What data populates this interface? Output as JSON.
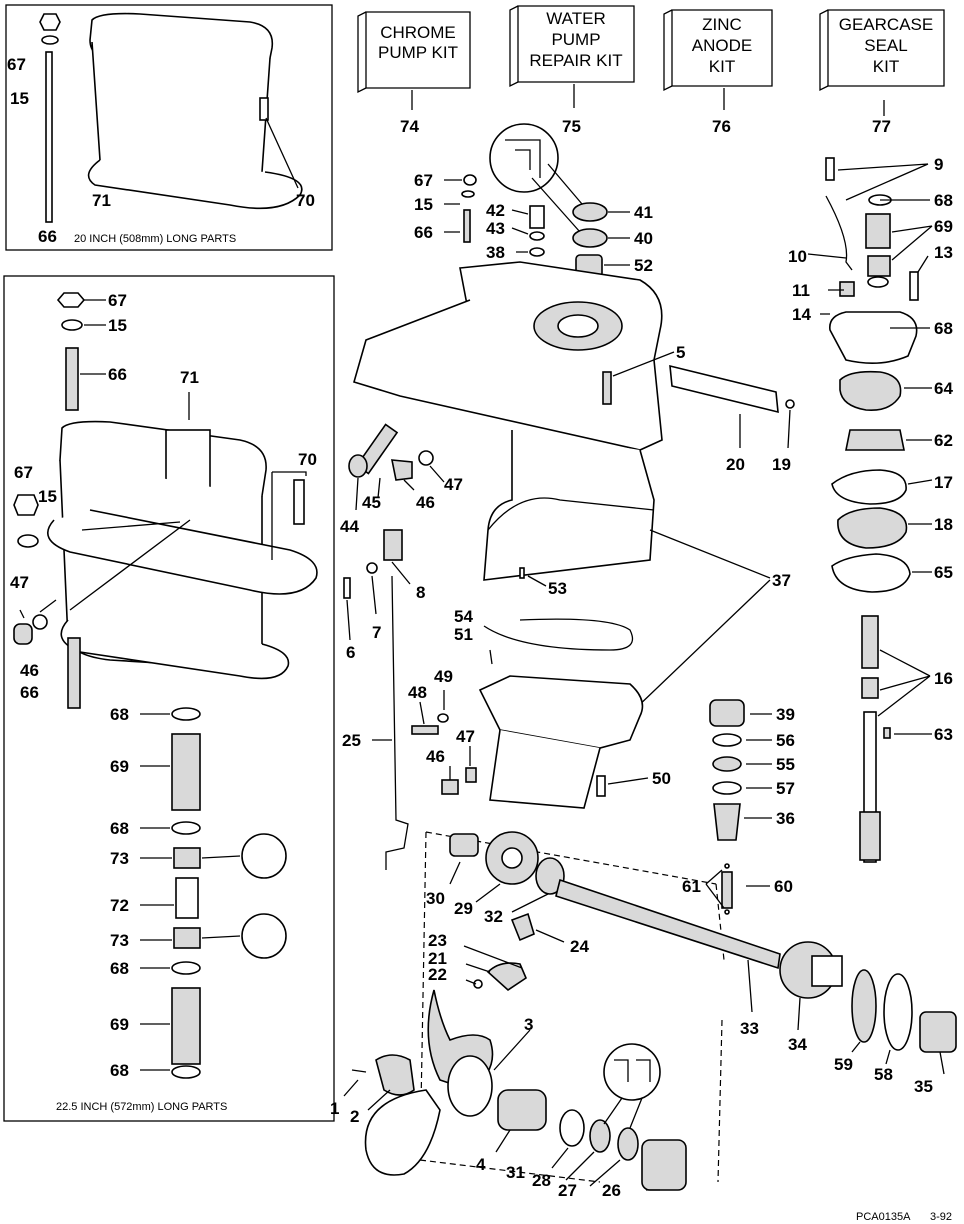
{
  "kits": [
    {
      "label_lines": [
        "CHROME",
        "PUMP KIT"
      ],
      "ref": "74"
    },
    {
      "label_lines": [
        "WATER",
        "PUMP",
        "REPAIR KIT"
      ],
      "ref": "75"
    },
    {
      "label_lines": [
        "ZINC",
        "ANODE",
        "KIT"
      ],
      "ref": "76"
    },
    {
      "label_lines": [
        "GEARCASE",
        "SEAL",
        "KIT"
      ],
      "ref": "77"
    }
  ],
  "inset_top": {
    "caption": "20 INCH (508mm) LONG PARTS",
    "labels": {
      "l67": "67",
      "l15": "15",
      "l66": "66",
      "l71": "71",
      "l70": "70"
    }
  },
  "inset_left": {
    "caption": "22.5 INCH (572mm) LONG PARTS",
    "labels": {
      "l67a": "67",
      "l15a": "15",
      "l66a": "66",
      "l71": "71",
      "l70": "70",
      "l67b": "67",
      "l15b": "15",
      "l47": "47",
      "l46": "46",
      "l66b": "66",
      "l68a": "68",
      "l69a": "69",
      "l68b": "68",
      "l73a": "73",
      "l72": "72",
      "l73b": "73",
      "l68c": "68",
      "l69b": "69",
      "l68d": "68"
    }
  },
  "main_labels": {
    "l67": "67",
    "l15": "15",
    "l66": "66",
    "l42": "42",
    "l43": "43",
    "l38": "38",
    "l41": "41",
    "l40": "40",
    "l52": "52",
    "l5": "5",
    "l20": "20",
    "l19": "19",
    "l44": "44",
    "l45": "45",
    "l46": "46",
    "l47": "47",
    "l8": "8",
    "l6": "6",
    "l7": "7",
    "l53": "53",
    "l37": "37",
    "l54": "54",
    "l51": "51",
    "l49": "49",
    "l48": "48",
    "l25": "25",
    "l47b": "47",
    "l46b": "46",
    "l50": "50",
    "l30": "30",
    "l29": "29",
    "l32": "32",
    "l24": "24",
    "l23": "23",
    "l21": "21",
    "l22": "22",
    "l3": "3",
    "l1": "1",
    "l2": "2",
    "l4": "4",
    "l31": "31",
    "l28": "28",
    "l27": "27",
    "l26": "26",
    "l33": "33",
    "l34": "34",
    "l59": "59",
    "l58": "58",
    "l35": "35",
    "l61": "61",
    "l60": "60",
    "l39": "39",
    "l56": "56",
    "l55": "55",
    "l57": "57",
    "l36": "36",
    "l63": "63"
  },
  "right_labels": {
    "l9": "9",
    "l68a": "68",
    "l69": "69",
    "l10": "10",
    "l13": "13",
    "l11": "11",
    "l14": "14",
    "l68b": "68",
    "l64": "64",
    "l62": "62",
    "l17": "17",
    "l18": "18",
    "l65": "65",
    "l16": "16"
  },
  "footer": {
    "code": "PCA0135A",
    "date": "3-92"
  }
}
